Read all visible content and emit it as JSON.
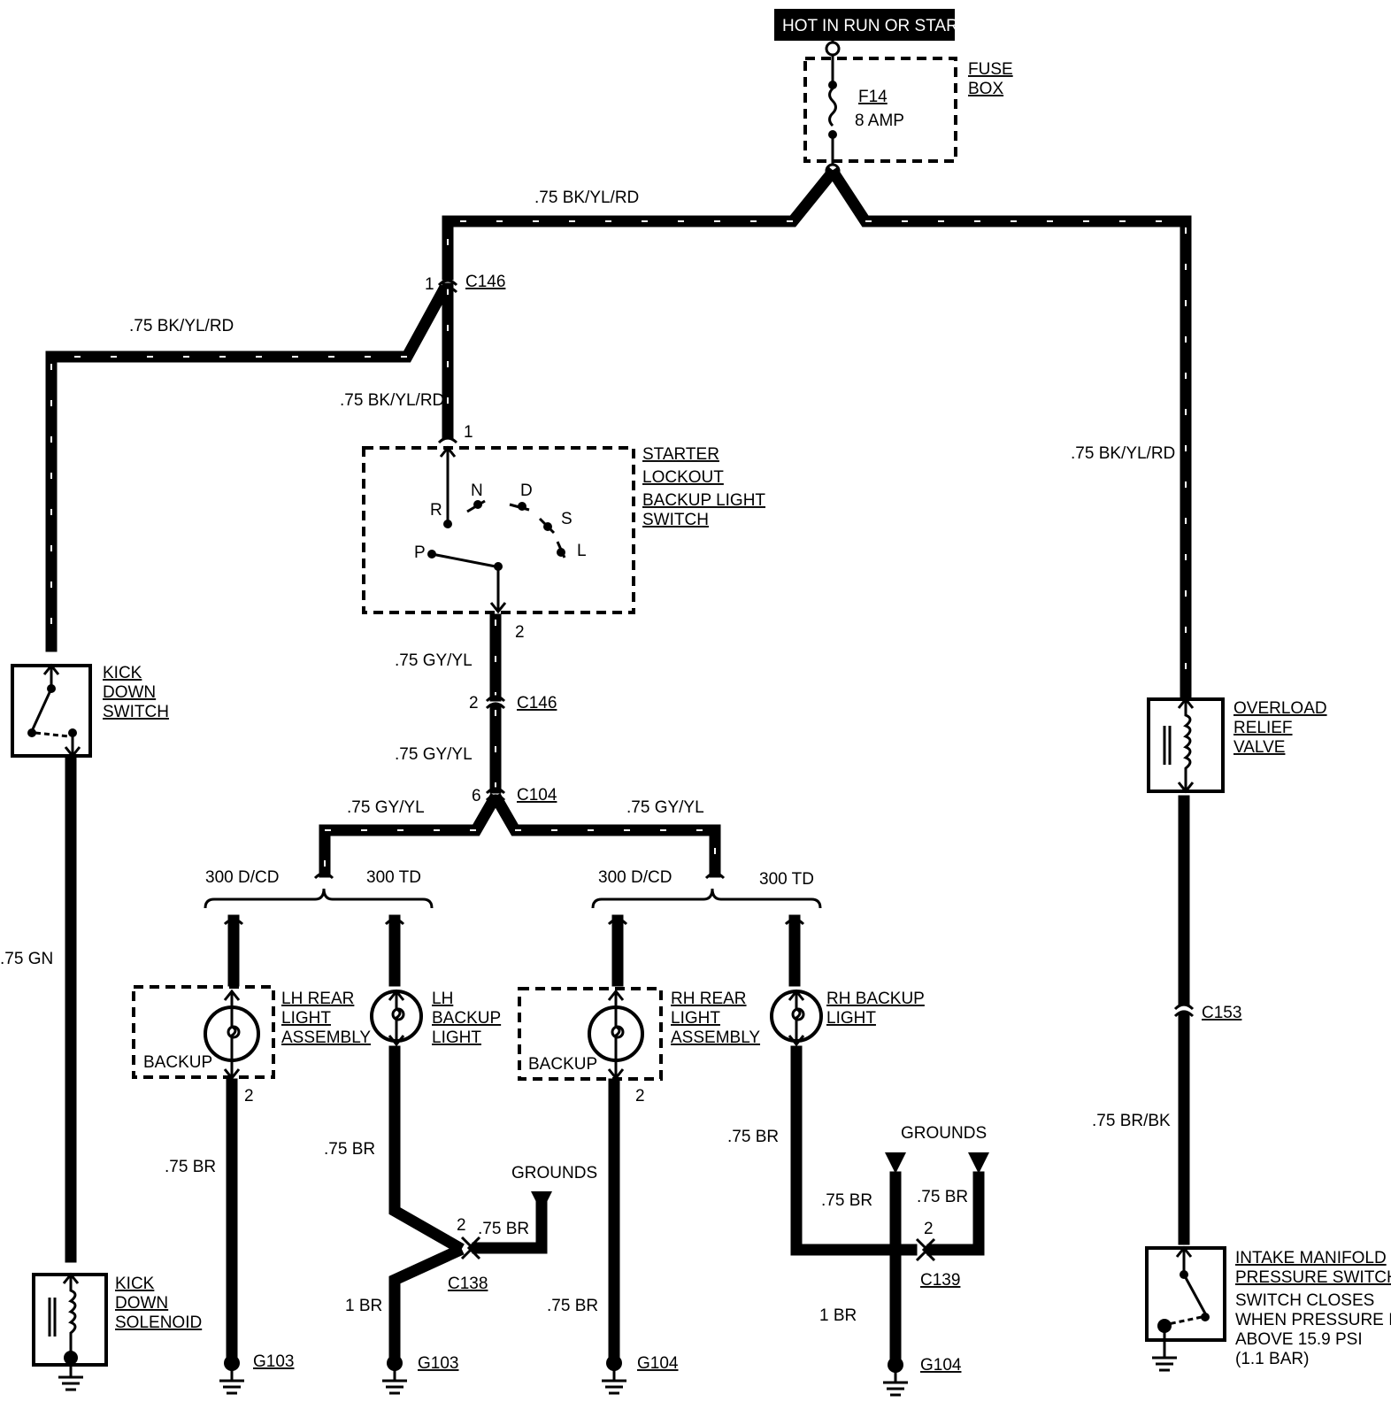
{
  "header": {
    "power_label": "HOT IN RUN OR START"
  },
  "fuse_box": {
    "title_l1": "FUSE",
    "title_l2": "BOX",
    "fuse_id": "F14",
    "fuse_rating": "8 AMP"
  },
  "wires": {
    "top_left": ".75 BK/YL/RD",
    "left_branch": ".75 BK/YL/RD",
    "c146_to_switch": ".75 BK/YL/RD",
    "right_riser": ".75 BK/YL/RD",
    "switch_out": ".75 GY/YL",
    "c146_to_c104": ".75 GY/YL",
    "split_left": ".75 GY/YL",
    "split_right": ".75 GY/YL",
    "kickdown": ".75 GN",
    "lh_rear_gnd": ".75 BR",
    "lh_backup_gnd": ".75 BR",
    "c138_in": ".75 BR",
    "c138_out": "1 BR",
    "rh_rear_gnd": ".75 BR",
    "rh_backup_gnd": ".75 BR",
    "c139_left": ".75 BR",
    "c139_right": ".75 BR",
    "c139_out": "1 BR",
    "relief_out": ".75 BR/BK"
  },
  "connectors": {
    "c146": "C146",
    "c146_pin1": "1",
    "c146_pin2": "2",
    "c104": "C104",
    "c104_pin": "6",
    "c138": "C138",
    "c138_pin": "2",
    "c139": "C139",
    "c139_pin": "2",
    "c153": "C153",
    "switch_pin1": "1",
    "switch_pin2": "2",
    "lh_rear_pin": "2",
    "rh_rear_pin": "2"
  },
  "switch": {
    "l1": "STARTER",
    "l2": "LOCKOUT",
    "l3": "BACKUP LIGHT",
    "l4": "SWITCH",
    "pos_r": "R",
    "pos_n": "N",
    "pos_d": "D",
    "pos_s": "S",
    "pos_l": "L",
    "pos_p": "P"
  },
  "variants": {
    "left_a": "300 D/CD",
    "left_b": "300 TD",
    "right_a": "300 D/CD",
    "right_b": "300 TD"
  },
  "components": {
    "kick_switch_l1": "KICK",
    "kick_switch_l2": "DOWN",
    "kick_switch_l3": "SWITCH",
    "kick_sol_l1": "KICK",
    "kick_sol_l2": "DOWN",
    "kick_sol_l3": "SOLENOID",
    "lh_rear_l1": "LH REAR",
    "lh_rear_l2": "LIGHT",
    "lh_rear_l3": "ASSEMBLY",
    "lh_backup_l1": "LH",
    "lh_backup_l2": "BACKUP",
    "lh_backup_l3": "LIGHT",
    "rh_rear_l1": "RH REAR",
    "rh_rear_l2": "LIGHT",
    "rh_rear_l3": "ASSEMBLY",
    "rh_backup_l1": "RH BACKUP",
    "rh_backup_l2": "LIGHT",
    "backup_lh": "BACKUP",
    "backup_rh": "BACKUP",
    "relief_l1": "OVERLOAD",
    "relief_l2": "RELIEF",
    "relief_l3": "VALVE",
    "imp_l1": "INTAKE MANIFOLD",
    "imp_l2": "PRESSURE SWITCH",
    "imp_n1": "SWITCH CLOSES",
    "imp_n2": "WHEN PRESSURE IS",
    "imp_n3": "ABOVE 15.9 PSI",
    "imp_n4": "(1.1 BAR)"
  },
  "grounds": {
    "g103_a": "G103",
    "g103_b": "G103",
    "g104_a": "G104",
    "g104_b": "G104",
    "grounds_lh": "GROUNDS",
    "grounds_rh": "GROUNDS"
  }
}
